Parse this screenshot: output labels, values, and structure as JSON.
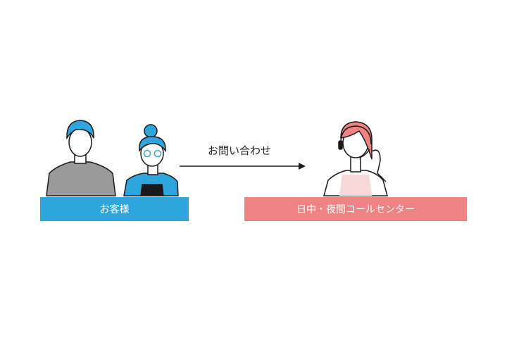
{
  "customer_label": "お客様",
  "inquiry_label": "お問い合わせ",
  "call_center_label": "日中・夜間コールセンター",
  "colors": {
    "customer": "#2fa5dd",
    "call_center": "#ef8383",
    "shirt": "#9a9a9a"
  }
}
